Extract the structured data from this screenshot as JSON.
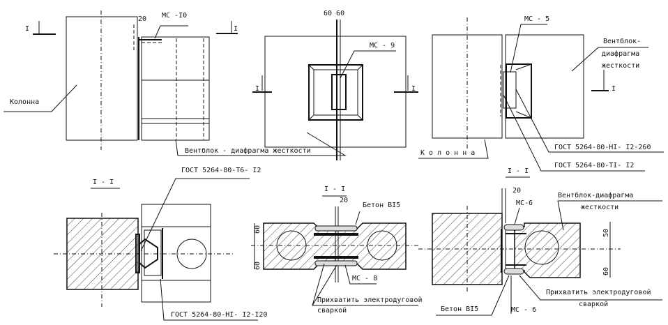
{
  "top_left": {
    "section_mark": "I",
    "dim_20": "20",
    "part": "МС -I0",
    "column": "Колонна",
    "section_mark_right": "I"
  },
  "top_middle": {
    "dim": "60 60",
    "part": "МС - 9",
    "section_left": "I",
    "section_right": "I",
    "label": "Вентблок - диафрагма жесткости"
  },
  "top_right": {
    "part": "МС - 5",
    "block_line1": "Вентблок-",
    "block_line2": "диафрагма",
    "block_line3": "жесткости",
    "section": "I",
    "column": "К о л о н н а",
    "weld1": "ГОСТ 5264-80-HI- I2-260",
    "weld2": "ГОСТ 5264-80-TI- I2"
  },
  "bottom_left": {
    "title": "I - I",
    "weld_top": "ГОСТ 5264-80-T6- I2",
    "weld_bottom": "ГОСТ 5264-80-HI- I2-I20"
  },
  "bottom_middle": {
    "title": "I - I",
    "dim_20": "20",
    "concrete": "Бетон BI5",
    "dim_top": "60",
    "dim_bottom": "60",
    "part": "МС - 8",
    "note_line1": "Прихватить электродуговой",
    "note_line2": "сваркой"
  },
  "bottom_right": {
    "title": "I - I",
    "dim_20": "20",
    "part_top": "МС-6",
    "block_line1": "Вентблок-диафрагма",
    "block_line2": "жесткости",
    "dim_top": "50",
    "dim_bottom": "60",
    "note_line1": "Прихватить электродуговой",
    "note_line2": "сваркой",
    "concrete": "Бетон BI5",
    "part_bottom": "МС - 6"
  }
}
